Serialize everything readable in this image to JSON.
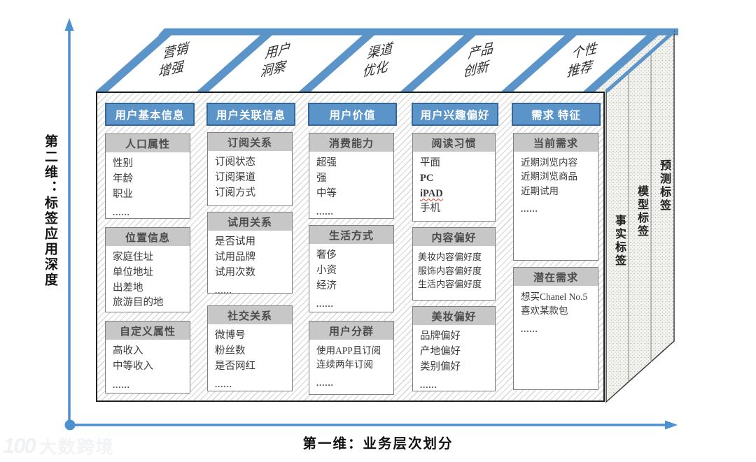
{
  "axes": {
    "y_label": "第二维：标签应用深度",
    "x_label": "第一维：业务层次划分"
  },
  "roof_labels": [
    [
      "营销",
      "增强"
    ],
    [
      "用户",
      "洞察"
    ],
    [
      "渠道",
      "优化"
    ],
    [
      "产品",
      "创新"
    ],
    [
      "个性",
      "推荐"
    ]
  ],
  "side_labels": [
    "事实标签",
    "模型标签",
    "预测标签"
  ],
  "columns": [
    {
      "header": "用户基本信息",
      "boxes": [
        {
          "title": "人口属性",
          "items": [
            "性别",
            "年龄",
            "职业"
          ],
          "more": "......"
        },
        {
          "title": "位置信息",
          "items": [
            "家庭住址",
            "单位地址",
            "出差地",
            "旅游目的地"
          ]
        },
        {
          "title": "自定义属性",
          "items": [
            "高收入",
            "中等收入"
          ],
          "more": "......"
        }
      ]
    },
    {
      "header": "用户关联信息",
      "boxes": [
        {
          "title": "订阅关系",
          "items": [
            "订阅状态",
            "订阅渠道",
            "订阅方式"
          ]
        },
        {
          "title": "试用关系",
          "items": [
            "是否试用",
            "试用品牌",
            "试用次数"
          ],
          "more": "......"
        },
        {
          "title": "社交关系",
          "items": [
            "微博号",
            "粉丝数",
            "是否网红"
          ],
          "more": "......"
        }
      ]
    },
    {
      "header": "用户价值",
      "boxes": [
        {
          "title": "消费能力",
          "items": [
            "超强",
            "强",
            "中等"
          ],
          "more": "......"
        },
        {
          "title": "生活方式",
          "items": [
            "奢侈",
            "小资",
            "经济"
          ],
          "more": "......"
        },
        {
          "title": "用户分群",
          "items": [
            "使用APP且订阅",
            "连续两年订阅"
          ],
          "more": "......"
        }
      ]
    },
    {
      "header": "用户兴趣偏好",
      "boxes": [
        {
          "title": "阅读习惯",
          "items": [
            "平面",
            "PC",
            "iPAD",
            "手机"
          ]
        },
        {
          "title": "内容偏好",
          "items": [
            "美妆内容偏好度",
            "服饰内容偏好度",
            "生活内容偏好度"
          ]
        },
        {
          "title": "美妆偏好",
          "items": [
            "品牌偏好",
            "产地偏好",
            "类别偏好"
          ],
          "more": "......"
        }
      ]
    },
    {
      "header": "需求 特征",
      "boxes": [
        {
          "title": "当前需求",
          "items": [
            "近期浏览内容",
            "近期浏览商品",
            "近期试用"
          ],
          "more": "......"
        },
        {
          "title": "潜在需求",
          "items": [
            "想买Chanel No.5",
            "喜欢某款包"
          ],
          "more": "......"
        }
      ]
    }
  ],
  "watermark": {
    "logo": "100",
    "text": "大数跨境"
  },
  "colors": {
    "accent_blue": "#4a90d2",
    "header_blue": "#5b94c8",
    "header_border": "#34689a",
    "title_gray": "#c7c7c7"
  }
}
